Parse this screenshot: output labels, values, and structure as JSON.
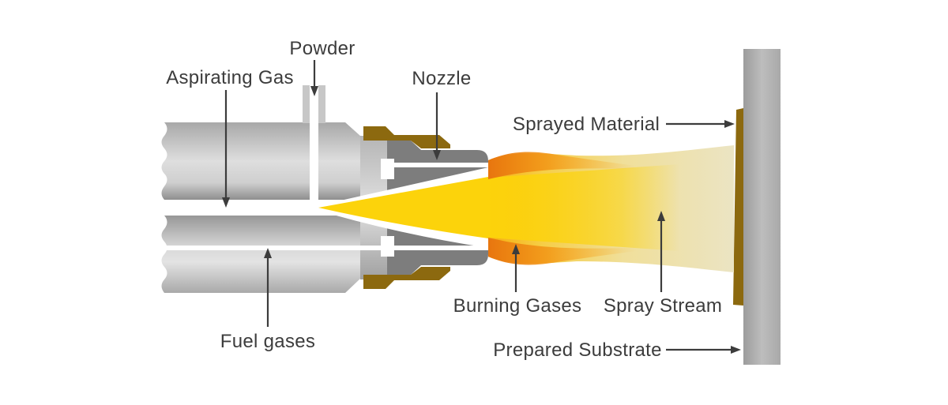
{
  "diagram": {
    "labels": {
      "powder": "Powder",
      "aspirating_gas": "Aspirating Gas",
      "nozzle": "Nozzle",
      "sprayed_material": "Sprayed Material",
      "burning_gases": "Burning Gases",
      "spray_stream": "Spray Stream",
      "prepared_substrate": "Prepared Substrate",
      "fuel_gases": "Fuel gases"
    },
    "colors": {
      "flame_yellow": "#FCD30B",
      "flame_orange": "#E8760F",
      "spray_pale": "#EBE4C3",
      "brass_brown": "#8C690F",
      "nozzle_gray": "#7D7D7D",
      "tube_gray_light": "#DEDEDE",
      "substrate_gray": "#B0B0B0",
      "text": "#3C3C3C",
      "background": "#FFFFFF"
    }
  }
}
